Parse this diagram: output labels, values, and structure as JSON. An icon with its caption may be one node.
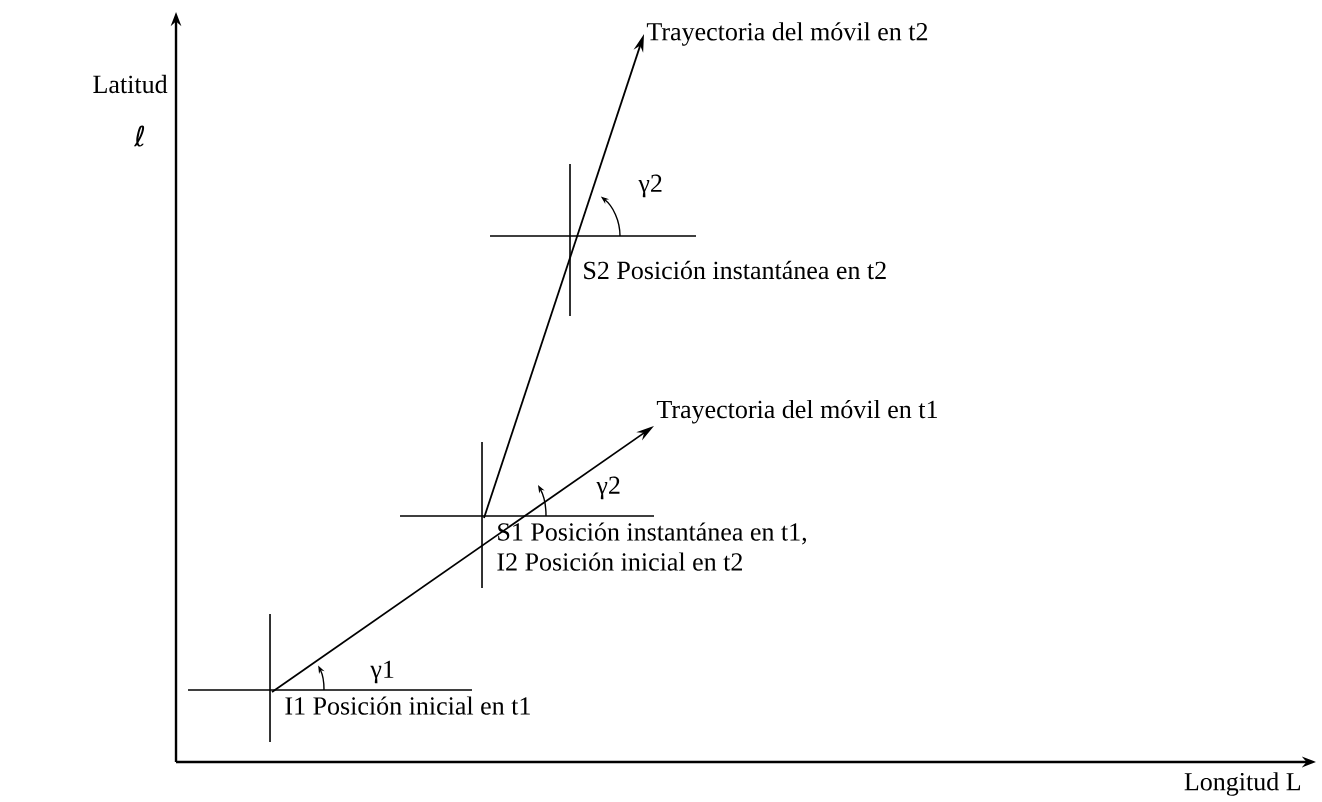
{
  "diagram": {
    "nodes": [
      {
        "text": [
          "I1 Posición inicial en t1"
        ]
      },
      {
        "text": [
          "S1 Posición instantánea en t1,",
          "I2 Posición inicial en t2"
        ]
      },
      {
        "text": [
          "S2 Posición instantánea en t2"
        ]
      },
      {
        "text": [
          "Trayectoria del móvil en t1"
        ]
      },
      {
        "text": [
          "Trayectoria del móvil en t2"
        ]
      }
    ],
    "edges": [
      {
        "from": 0,
        "to": 3,
        "arrow": "to"
      },
      {
        "from": 1,
        "to": 4,
        "arrow": "to"
      }
    ],
    "labels": [
      "Latitud",
      "ℓ",
      "γ2",
      "γ2",
      "γ1",
      "Longitud L"
    ]
  }
}
